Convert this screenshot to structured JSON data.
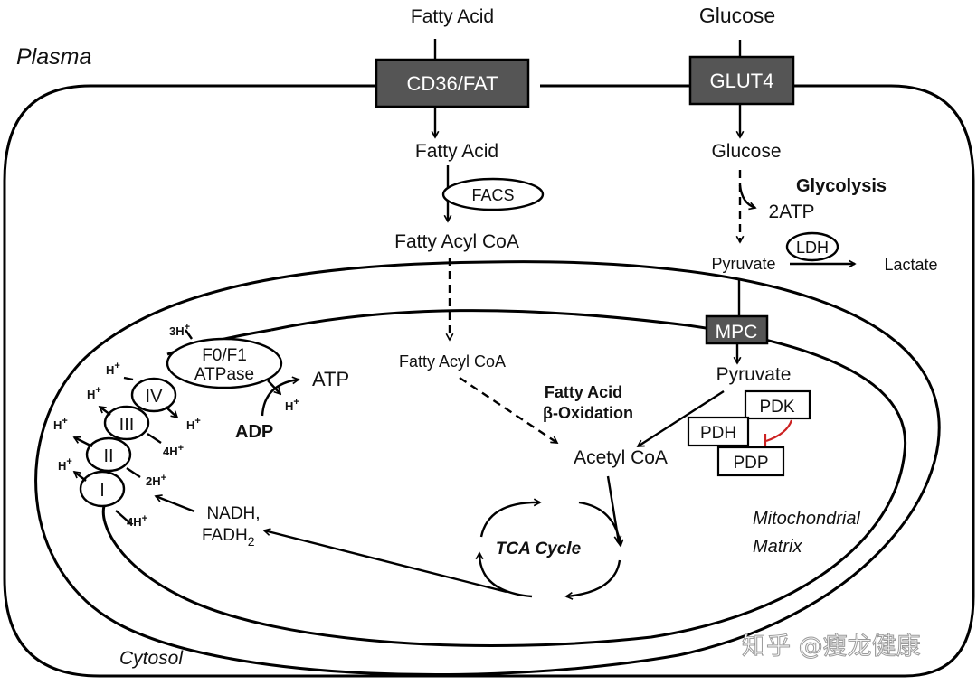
{
  "compartments": {
    "plasma": "Plasma",
    "cytosol": "Cytosol",
    "matrix_line1": "Mitochondrial",
    "matrix_line2": "Matrix"
  },
  "fatty_acid_path": {
    "extracellular": "Fatty Acid",
    "transporter": "CD36/FAT",
    "cytosolic": "Fatty Acid",
    "enzyme": "FACS",
    "acyl_coa_cytosol": "Fatty Acyl CoA",
    "acyl_coa_matrix": "Fatty Acyl CoA",
    "process_line1": "Fatty Acid",
    "process_line2": "β-Oxidation"
  },
  "glucose_path": {
    "extracellular": "Glucose",
    "transporter": "GLUT4",
    "cytosolic": "Glucose",
    "process": "Glycolysis",
    "atp_yield": "2ATP",
    "pyruvate_cytosol": "Pyruvate",
    "ldh": "LDH",
    "lactate": "Lactate",
    "carrier": "MPC",
    "pyruvate_matrix": "Pyruvate"
  },
  "pdh_complex": {
    "pdk": "PDK",
    "pdh": "PDH",
    "pdp": "PDP",
    "inhibition_color": "#cc2222"
  },
  "matrix": {
    "acetyl_coa": "Acetyl CoA",
    "tca": "TCA Cycle",
    "nadh": "NADH,",
    "fadh": "FADH",
    "fadh_sub": "2"
  },
  "etc": {
    "complexes": [
      "I",
      "II",
      "III",
      "IV"
    ],
    "atpase_line1": "F0/F1",
    "atpase_line2": "ATPase",
    "atp": "ATP",
    "adp": "ADP",
    "h_plus": "H",
    "h_sup": "+",
    "protons_3h": "3H",
    "protons_4h_a": "4H",
    "protons_2h": "2H",
    "protons_4h_b": "4H"
  },
  "watermark": "知乎 @瘦龙健康"
}
